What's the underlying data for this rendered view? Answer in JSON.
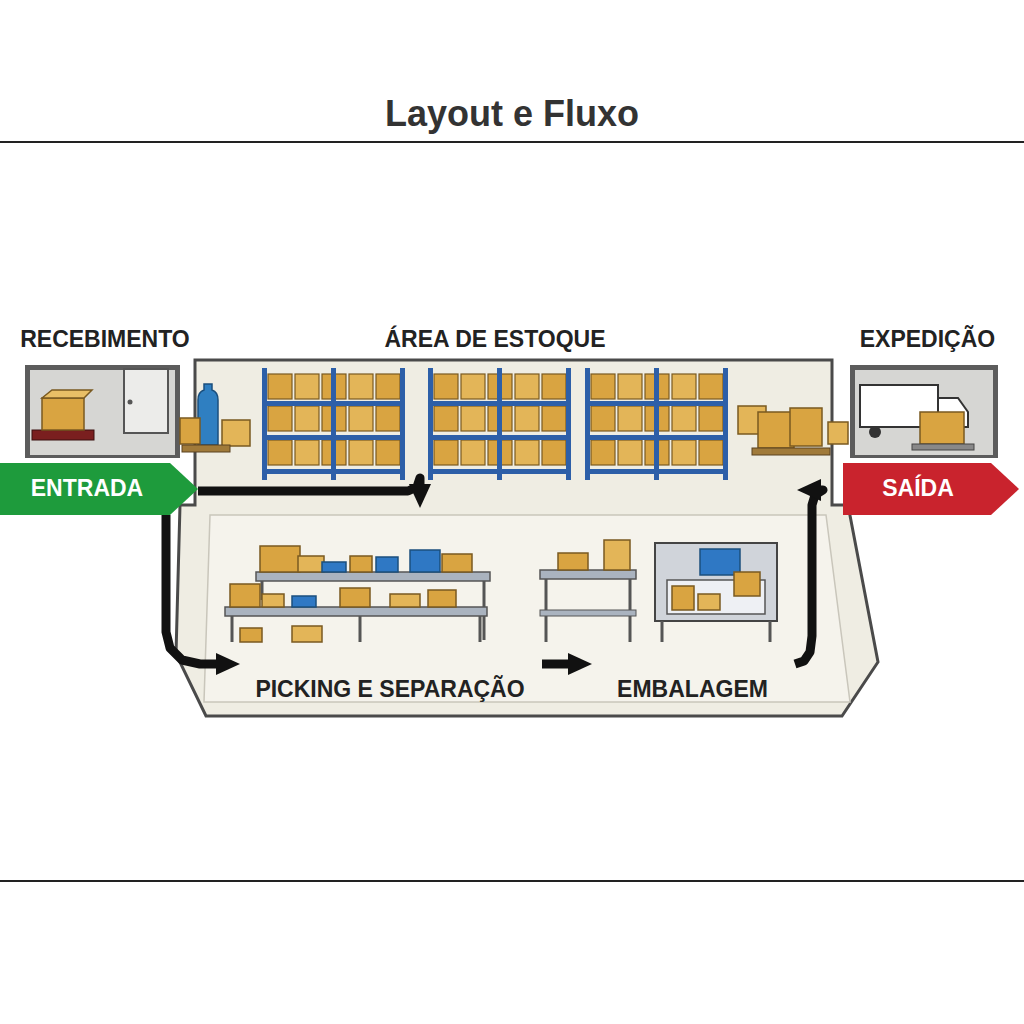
{
  "diagram": {
    "title": "Layout e Fluxo",
    "nodes": [
      {
        "text": [
          "RECEBIMENTO"
        ]
      },
      {
        "text": [
          "ÁREA DE ESTOQUE"
        ]
      },
      {
        "text": [
          "EXPEDIÇÃO"
        ]
      },
      {
        "text": [
          "ENTRADA"
        ]
      },
      {
        "text": [
          "SAÍDA"
        ]
      },
      {
        "text": [
          "PICKING E SEPARAÇÃO"
        ]
      },
      {
        "text": [
          "EMBALAGEM"
        ]
      }
    ],
    "edges": [
      {
        "from": 3,
        "to": 1,
        "arrow": "to"
      },
      {
        "from": 3,
        "to": 5,
        "arrow": "to"
      },
      {
        "from": 5,
        "to": 6,
        "arrow": "to"
      },
      {
        "from": 6,
        "to": 4,
        "arrow": "to"
      }
    ]
  }
}
